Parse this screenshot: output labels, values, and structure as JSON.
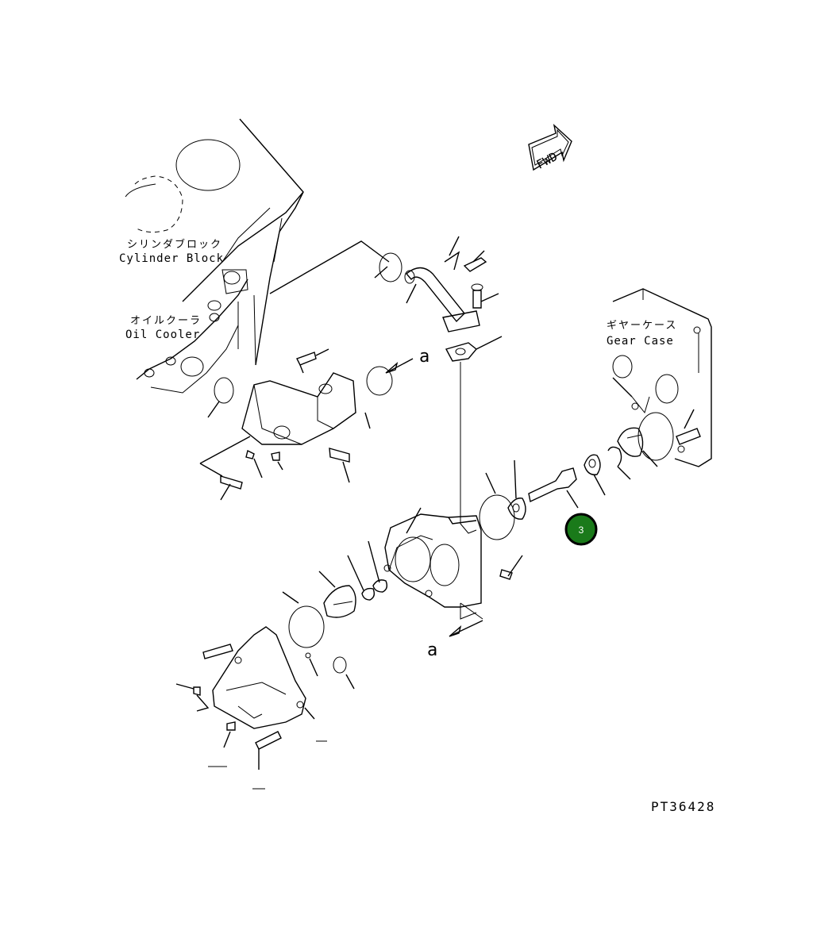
{
  "labels": {
    "cylinder_block_jp": "シリンダブロック",
    "cylinder_block_en": "Cylinder Block",
    "oil_cooler_jp": "オイルクーラ",
    "oil_cooler_en": "Oil Cooler",
    "gear_case_jp": "ギヤーケース",
    "gear_case_en": "Gear Case",
    "fwd": "FWD",
    "view_a_top": "a",
    "view_a_bottom": "a",
    "drawing_number": "PT36428"
  },
  "callouts": [
    {
      "number": "3",
      "color": "#1a7a1a"
    }
  ]
}
